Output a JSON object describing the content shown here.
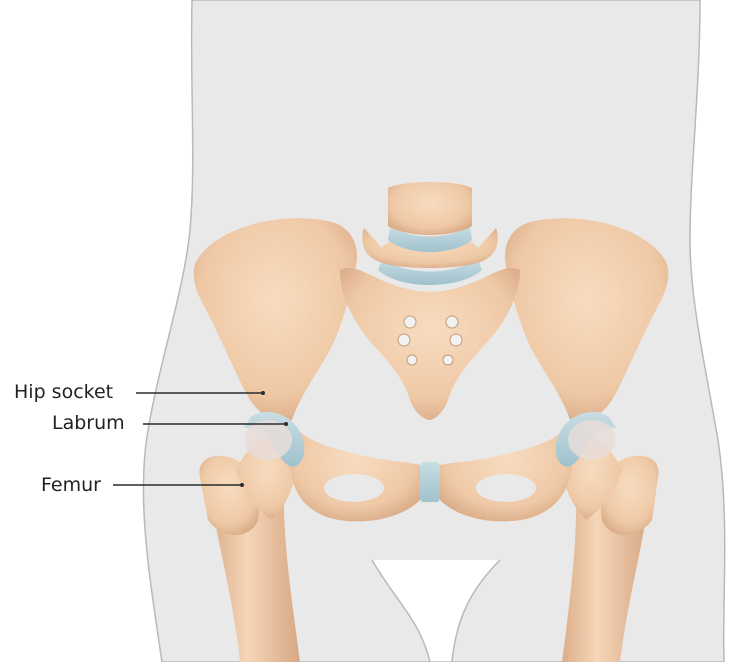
{
  "labels": {
    "hip_socket": "Hip socket",
    "labrum": "Labrum",
    "femur": "Femur"
  },
  "colors": {
    "body_silhouette": "#e9e9e9",
    "body_outline": "#b9b9b9",
    "bone": "#f1cfae",
    "bone_shadow": "#d9a985",
    "cartilage": "#b9d4dc",
    "socket_highlight": "#e7ddd9",
    "leader": "#2a2a2a",
    "label_text": "#222222"
  }
}
